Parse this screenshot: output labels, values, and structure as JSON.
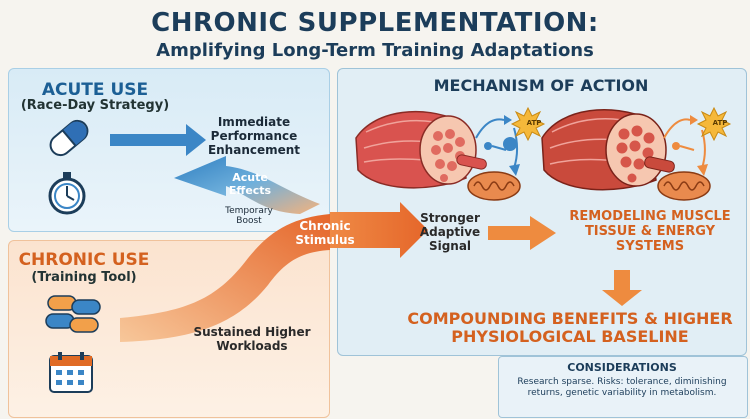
{
  "header": {
    "title": "CHRONIC SUPPLEMENTATION:",
    "subtitle": "Amplifying Long-Term Training Adaptations"
  },
  "acute": {
    "heading": "ACUTE USE",
    "subheading": "(Race-Day Strategy)",
    "arrow_text": "Immediate Performance Enhancement",
    "effects_label": "Acute Effects",
    "temporary_label": "Temporary Boost",
    "icons": [
      "capsule-icon",
      "stopwatch-icon"
    ]
  },
  "chronic": {
    "heading": "CHRONIC USE",
    "subheading": "(Training Tool)",
    "stimulus_label": "Chronic Stimulus",
    "workloads_label": "Sustained Higher Workloads",
    "icons": [
      "pills-icon",
      "calendar-icon"
    ]
  },
  "mechanism": {
    "heading": "MECHANISM OF ACTION",
    "signal_label": "Stronger Adaptive Signal",
    "remodel_label": "REMODELING MUSCLE TISSUE & ENERGY SYSTEMS",
    "atp_label": "ATP",
    "benefits_label": "COMPOUNDING BENEFITS & HIGHER PHYSIOLOGICAL BASELINE"
  },
  "considerations": {
    "heading": "CONSIDERATIONS",
    "body": "Research sparse. Risks: tolerance, diminishing returns, genetic variability in metabolism."
  },
  "colors": {
    "blue": "#1c5f95",
    "orange": "#e06a24",
    "navy": "#1c3d5a"
  }
}
